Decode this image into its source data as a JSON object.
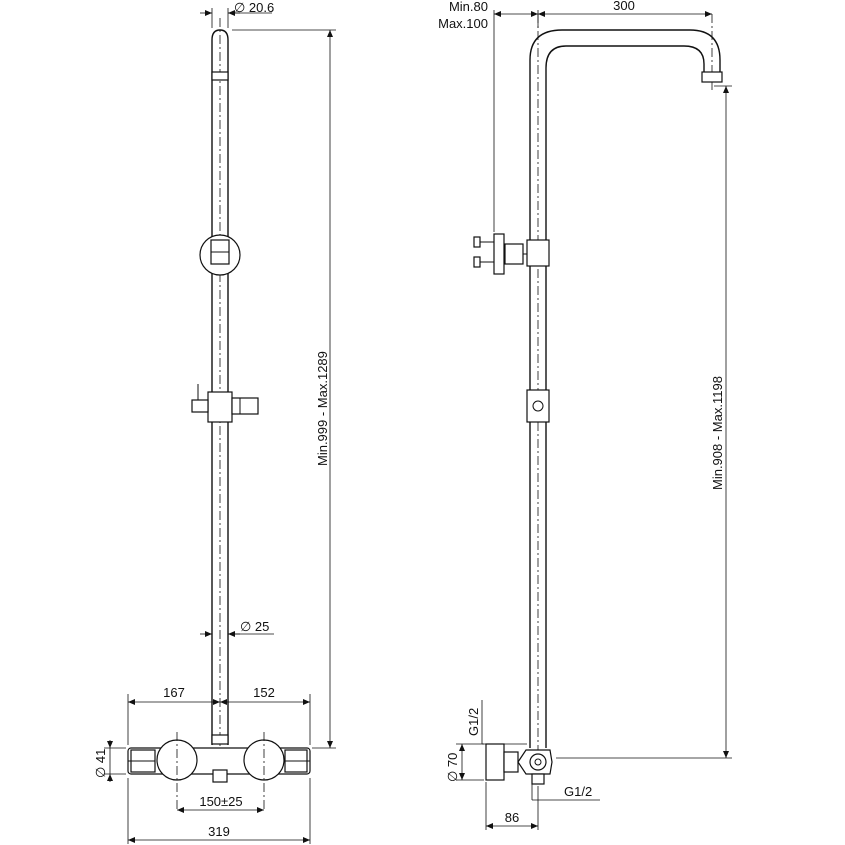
{
  "front_view": {
    "dim_pipe_top": "∅ 20.6",
    "dim_pipe_lower": "∅ 25",
    "dim_height": "Min.999 - Max.1289",
    "dim_left_width": "167",
    "dim_right_width": "152",
    "dim_body_diameter": "∅ 41",
    "dim_centers": "150±25",
    "dim_total_width": "319"
  },
  "side_view": {
    "dim_offset_min": "Min.80",
    "dim_offset_max": "Max.100",
    "dim_arm": "300",
    "dim_height": "Min.908 - Max.1198",
    "dim_inlet_thread": "G1/2",
    "dim_inlet_diameter": "∅ 70",
    "dim_outlet_thread": "G1/2",
    "dim_depth": "86"
  }
}
